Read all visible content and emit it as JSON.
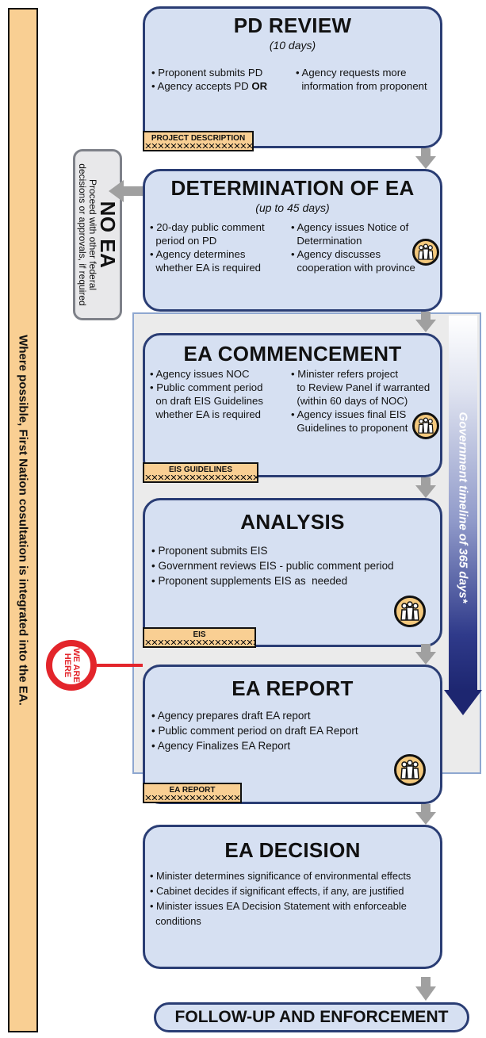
{
  "left_band": {
    "text": "Where possible, First Nation cosultation is integrated into the EA."
  },
  "no_ea": {
    "title": "NO EA",
    "lines": [
      "Proceed with other federal",
      "decisions or approvals, if required"
    ]
  },
  "gov_timeline": {
    "label": "Government timeline of 365 days*",
    "color_dark": "#1d2670"
  },
  "we_are_here": {
    "lines": [
      "WE ARE",
      "HERE"
    ],
    "color": "#e3252b"
  },
  "stages": [
    {
      "title": "PD REVIEW",
      "subtitle": "(10 days)",
      "left": [
        "• Proponent submits  PD",
        "• Agency accepts PD "
      ],
      "left_bold": "OR",
      "right": [
        "• Agency requests more",
        "  information from proponent"
      ],
      "tag": "PROJECT DESCRIPTION"
    },
    {
      "title": "DETERMINATION OF EA",
      "subtitle": "(up to 45 days)",
      "left": [
        "• 20-day public comment",
        "  period on PD",
        "• Agency determines",
        "  whether EA is required"
      ],
      "right": [
        "• Agency issues Notice of",
        "  Determination",
        "• Agency discusses",
        "  cooperation with province"
      ]
    },
    {
      "title": "EA COMMENCEMENT",
      "left": [
        "• Agency issues NOC",
        "• Public comment period",
        "  on draft EIS Guidelines",
        "  whether EA is required"
      ],
      "right": [
        "• Minister refers project",
        "  to Review Panel if warranted",
        "  (within 60 days of NOC)",
        "• Agency issues final EIS",
        "  Guidelines to proponent"
      ],
      "tag": "EIS GUIDELINES"
    },
    {
      "title": "ANALYSIS",
      "items": [
        "• Proponent submits EIS",
        "• Government reviews EIS - public comment period",
        "• Proponent supplements EIS as  needed"
      ],
      "tag": "EIS"
    },
    {
      "title": "EA REPORT",
      "items": [
        "• Agency prepares draft EA report",
        "• Public comment period on draft EA Report",
        "• Agency Finalizes EA Report"
      ],
      "tag": "EA REPORT"
    },
    {
      "title": "EA DECISION",
      "items": [
        "• Minister determines significance of environmental effects",
        "• Cabinet decides if significant effects, if any, are justified",
        "• Minister issues EA Decision Statement with enforceable",
        "  conditions"
      ]
    }
  ],
  "follow_up": {
    "title": "FOLLOW-UP AND ENFORCEMENT"
  },
  "colors": {
    "stage_fill": "#d6e0f2",
    "stage_border": "#2a3d74",
    "tag_fill": "#f9cf93",
    "panel_fill": "#ebebeb"
  },
  "icons": {
    "consultation": "people-group-icon",
    "flow_arrow": "down-arrow-icon",
    "side_arrow": "left-arrow-icon"
  }
}
